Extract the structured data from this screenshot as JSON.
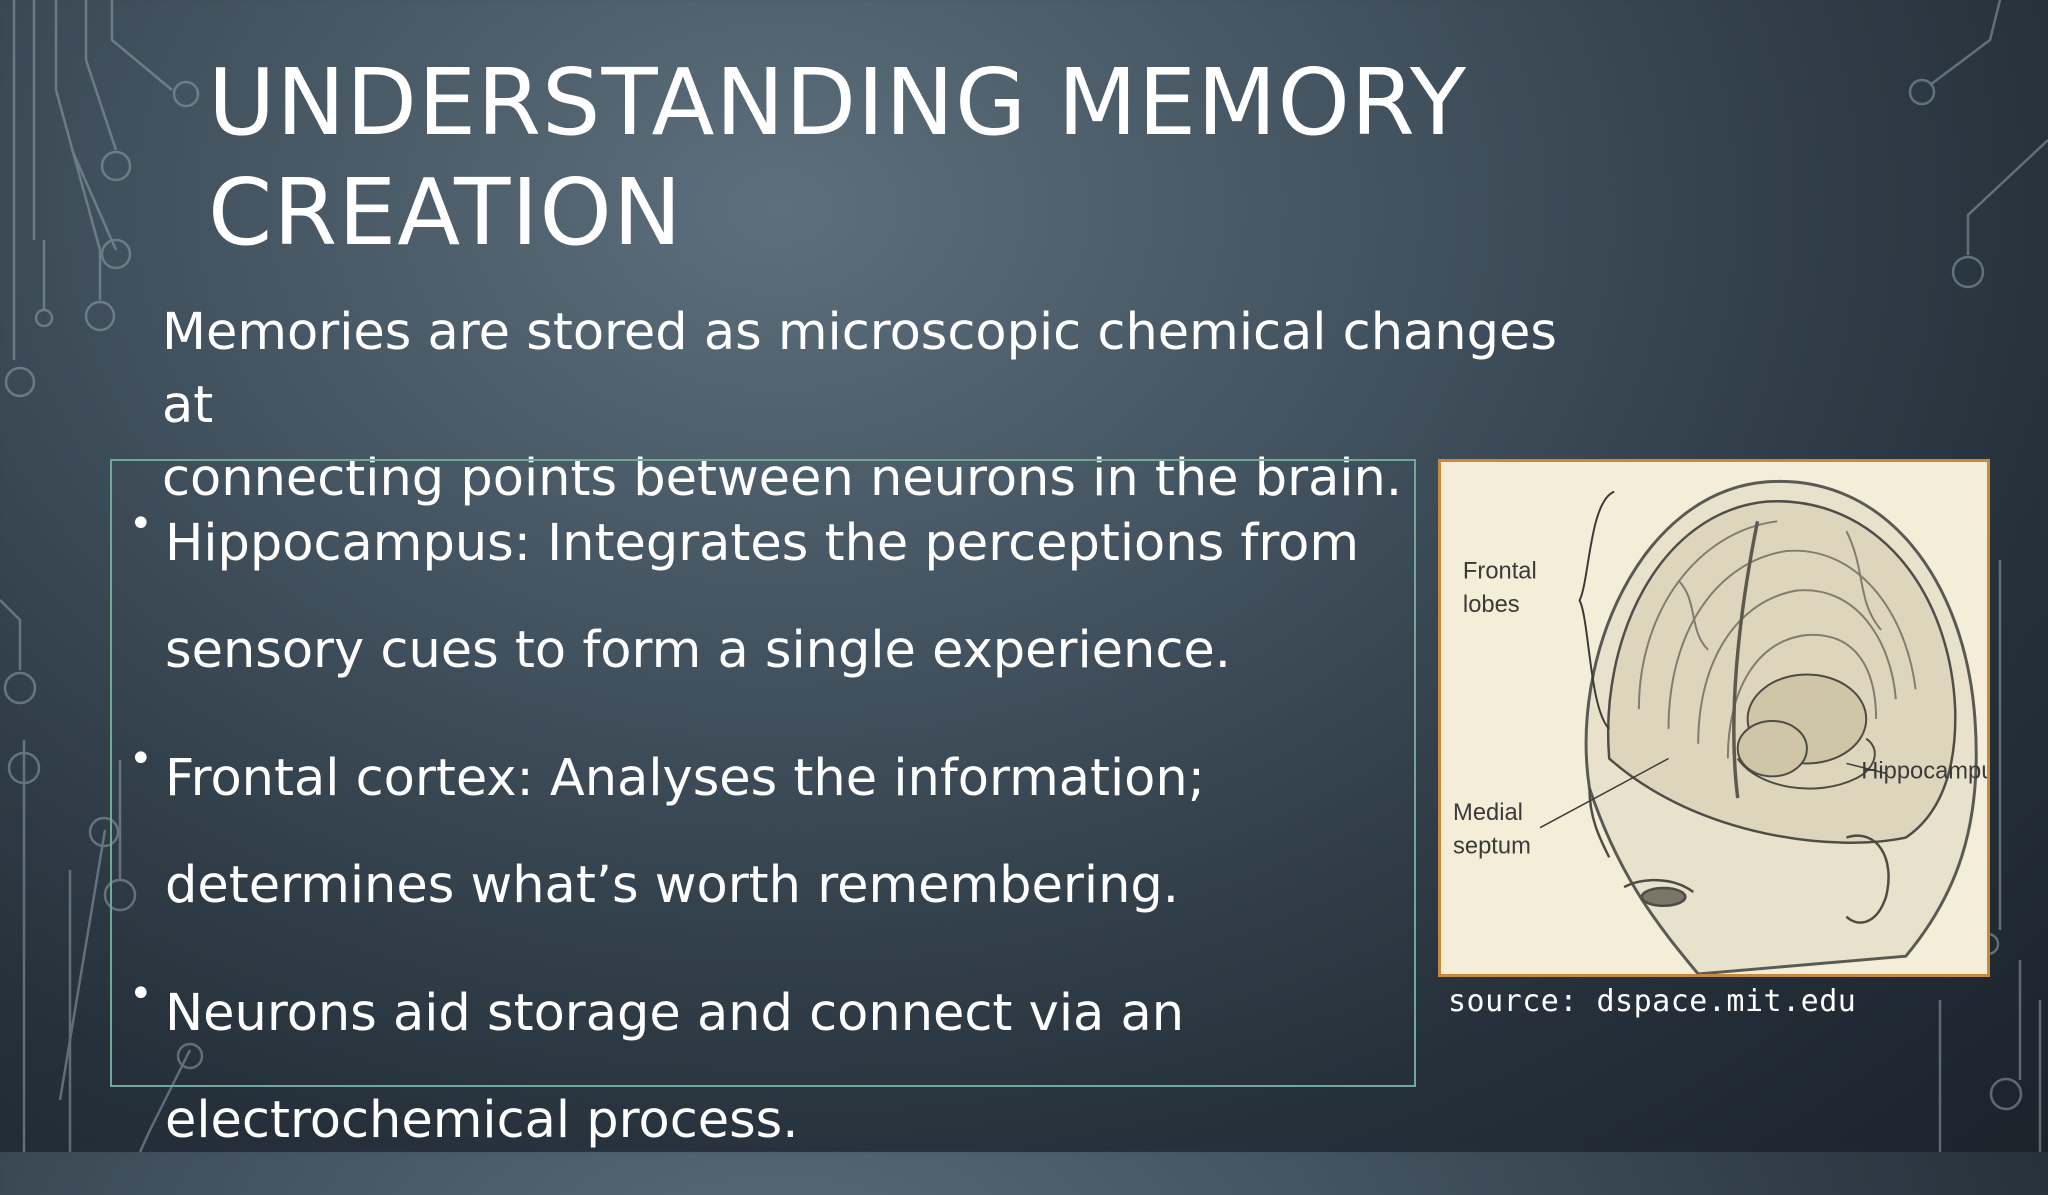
{
  "slide": {
    "title_line1": "UNDERSTANDING MEMORY",
    "title_line2": "CREATION",
    "intro_line1": "Memories are stored as microscopic chemical changes at",
    "intro_line2": "connecting points between neurons in the brain.",
    "bullets": [
      {
        "line1": "Hippocampus: Integrates the perceptions from",
        "line2": "sensory cues to form a single experience."
      },
      {
        "line1": "Frontal cortex: Analyses the information;",
        "line2": "determines what’s worth remembering."
      },
      {
        "line1": "Neurons aid storage and connect via an",
        "line2": "electrochemical process."
      }
    ],
    "bullet_glyph": "•",
    "figure": {
      "labels": {
        "frontal_1": "Frontal",
        "frontal_2": "lobes",
        "hippocampus": "Hippocampus",
        "medial_1": "Medial",
        "medial_2": "septum"
      }
    },
    "caption": "source: dspace.mit.edu"
  },
  "colors": {
    "box_border": "#6fa99a",
    "figure_border": "#c8893f",
    "figure_bg": "#f4eed9",
    "circuit_line": "#8fa3ad"
  }
}
